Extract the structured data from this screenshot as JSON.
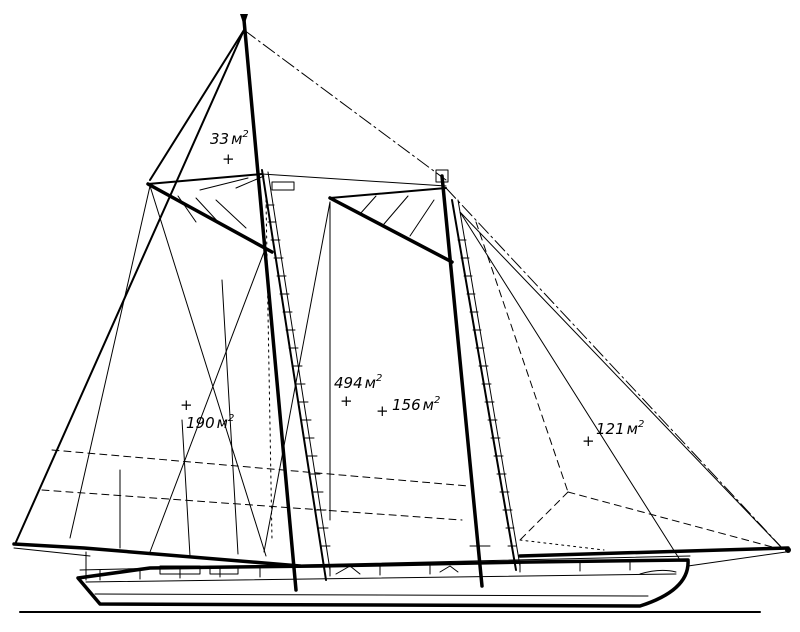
{
  "sail_areas": [
    {
      "id": "topsail",
      "value": "33",
      "unit": "м",
      "exp": "2"
    },
    {
      "id": "foresail",
      "value": "190",
      "unit": "м",
      "exp": "2"
    },
    {
      "id": "main-total",
      "value": "494",
      "unit": "м",
      "exp": "2"
    },
    {
      "id": "mainsail",
      "value": "156",
      "unit": "м",
      "exp": "2"
    },
    {
      "id": "headsail",
      "value": "121",
      "unit": "м",
      "exp": "2"
    }
  ]
}
